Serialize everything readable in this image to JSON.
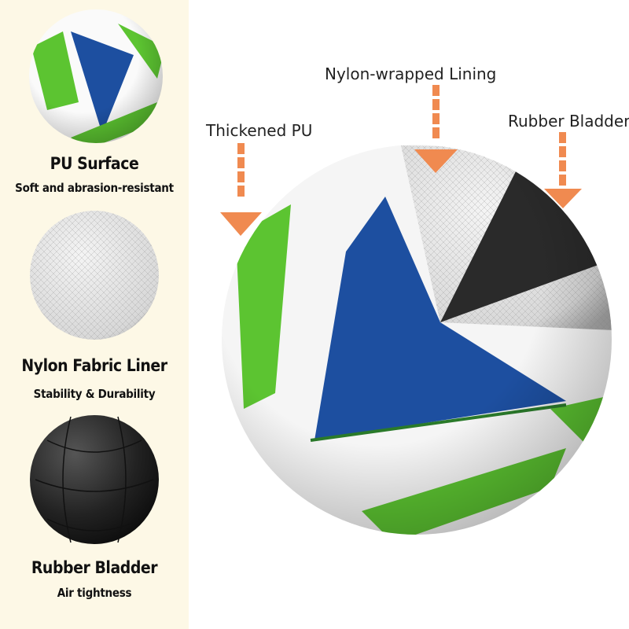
{
  "layers": [
    {
      "title": "PU Surface",
      "subtitle": "Soft and abrasion-resistant"
    },
    {
      "title": "Nylon Fabric Liner",
      "subtitle": "Stability & Durability"
    },
    {
      "title": "Rubber Bladder",
      "subtitle": "Air tightness"
    }
  ],
  "callouts": {
    "pu": "Thickened PU",
    "lining": "Nylon-wrapped Lining",
    "bladder": "Rubber Bladder"
  },
  "colors": {
    "arrow": "#f08a50",
    "panel": "#fdf8e6",
    "green": "#5cc431",
    "blue": "#1d4fa0"
  }
}
